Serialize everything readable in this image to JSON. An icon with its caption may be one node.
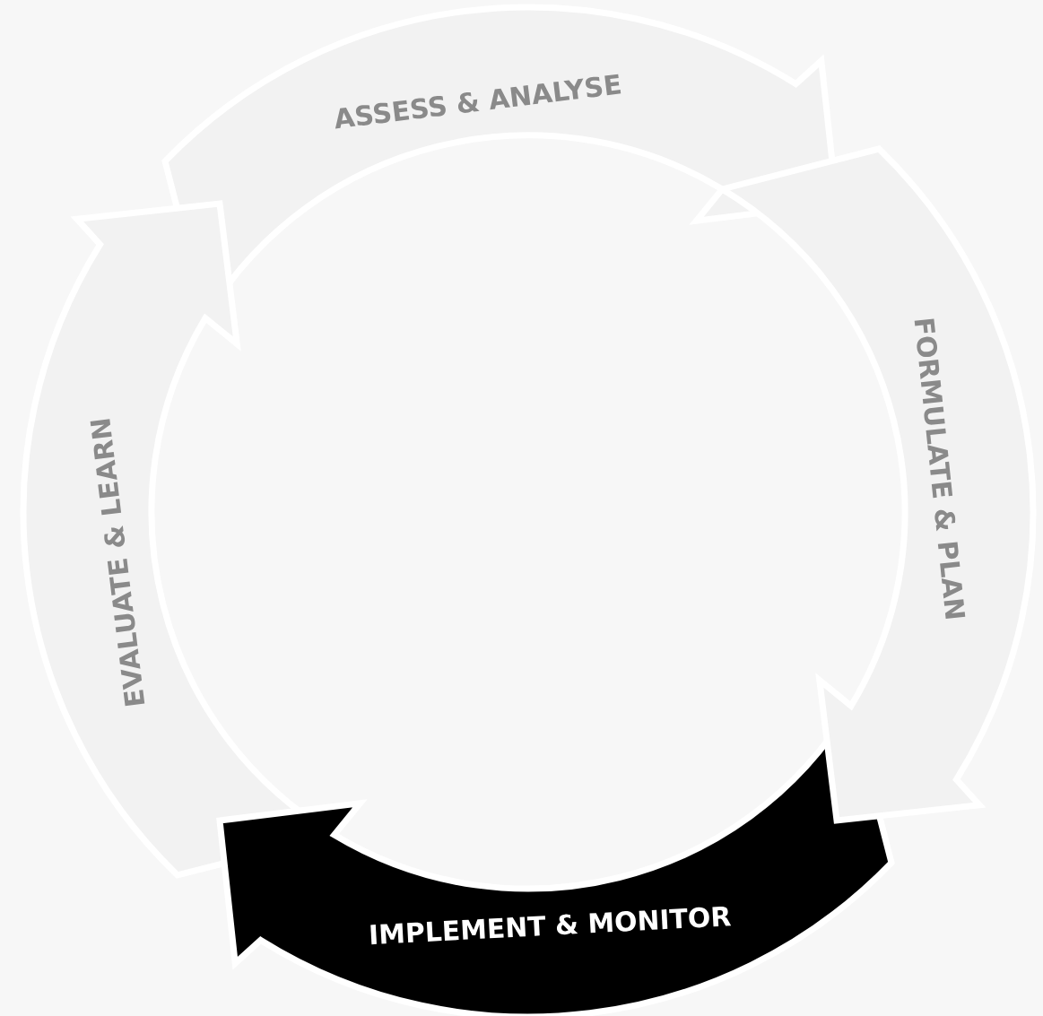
{
  "diagram": {
    "nodes": [
      {
        "text": [
          "ASSESS & ANALYSE"
        ]
      },
      {
        "text": [
          "FORMULATE & PLAN"
        ]
      },
      {
        "text": [
          "IMPLEMENT & MONITOR"
        ]
      },
      {
        "text": [
          "EVALUATE & LEARN"
        ]
      }
    ]
  }
}
